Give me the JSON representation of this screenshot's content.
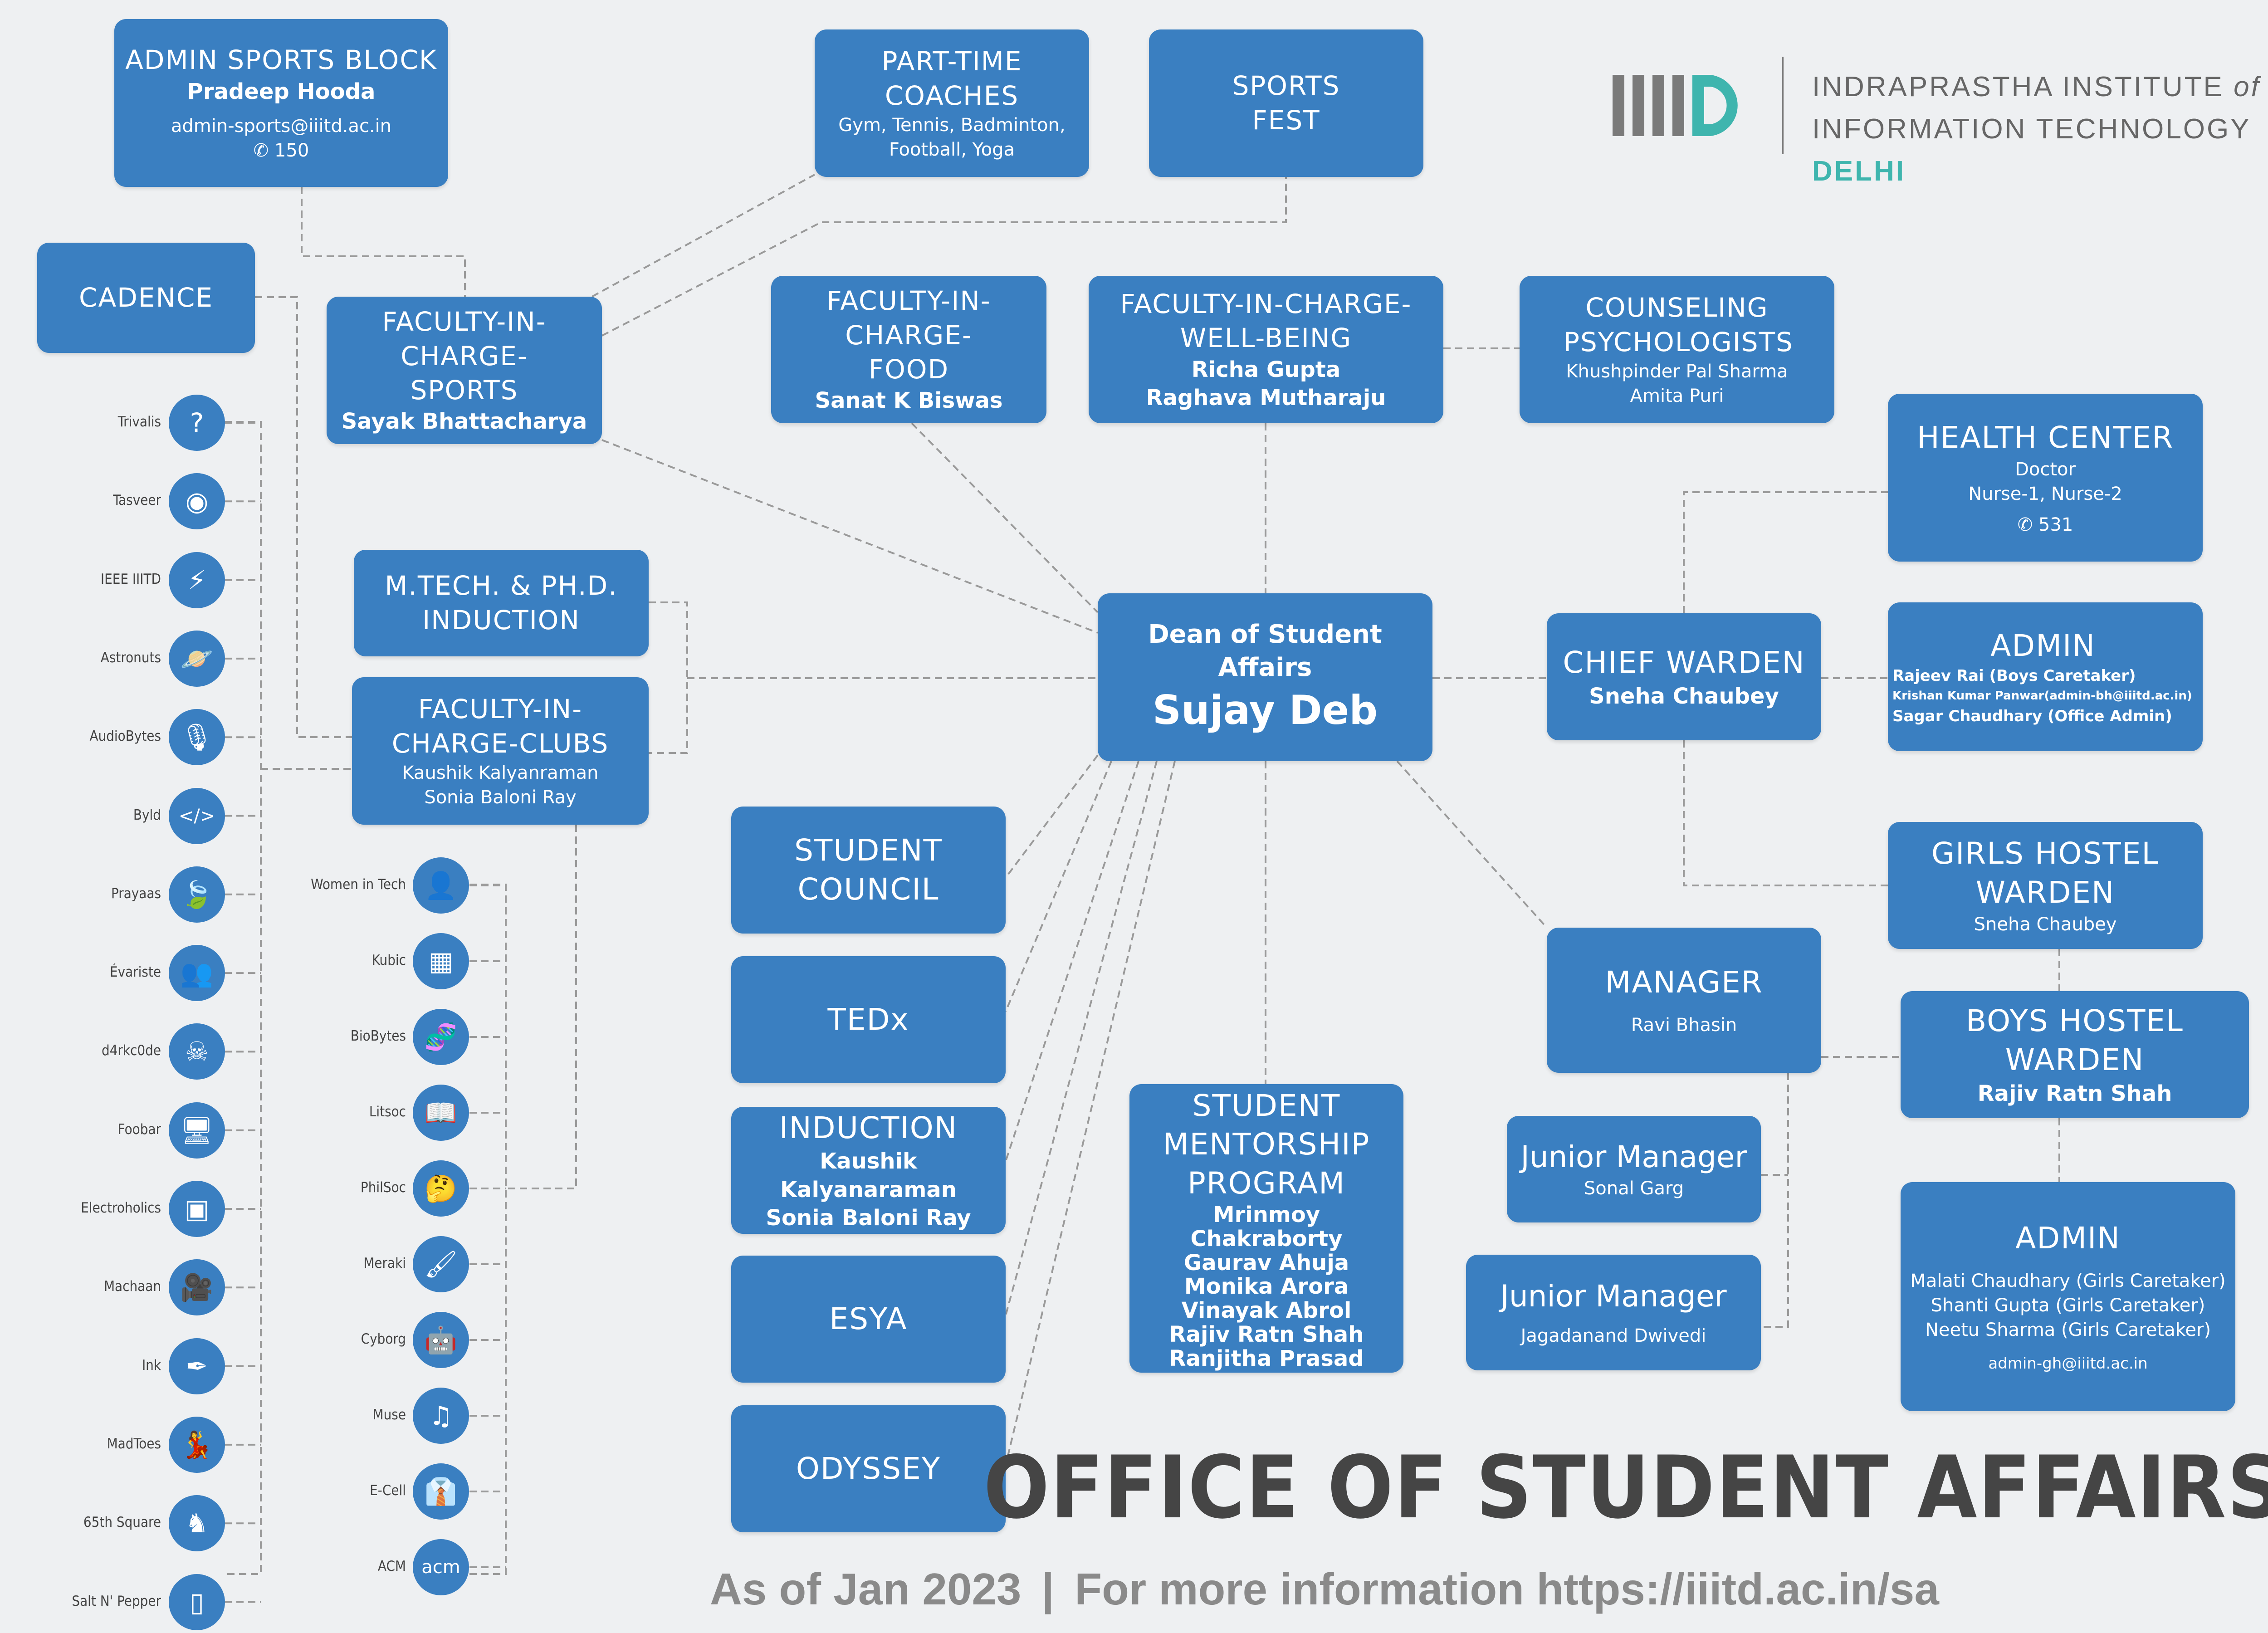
{
  "logo": {
    "mark": "IIITD",
    "line1": "INDRAPRASTHA INSTITUTE",
    "line1b": "of",
    "line2": "INFORMATION TECHNOLOGY",
    "line2b": "DELHI"
  },
  "footer": {
    "title": "OFFICE OF STUDENT AFFAIRS",
    "date": "As of Jan 2023",
    "sep": "|",
    "more": "For more information https://iiitd.ac.in/sa"
  },
  "boxes": {
    "admin_sports": {
      "title": "ADMIN SPORTS BLOCK",
      "name": "Pradeep Hooda",
      "email": "admin-sports@iiitd.ac.in",
      "phone": "✆ 150"
    },
    "parttime": {
      "title": "PART-TIME COACHES",
      "sub": "Gym, Tennis, Badminton, Football, Yoga"
    },
    "sportsfest": {
      "title": "SPORTS FEST"
    },
    "cadence": {
      "title": "CADENCE"
    },
    "fic_sports": {
      "title": "FACULTY-IN-CHARGE-SPORTS",
      "name": "Sayak Bhattacharya"
    },
    "fic_food": {
      "title": "FACULTY-IN-CHARGE-FOOD",
      "name": "Sanat K Biswas"
    },
    "fic_wellbeing": {
      "title": "FACULTY-IN-CHARGE-WELL-BEING",
      "name1": "Richa Gupta",
      "name2": "Raghava Mutharaju"
    },
    "counseling": {
      "title": "COUNSELING PSYCHOLOGISTS",
      "name1": "Khushpinder Pal Sharma",
      "name2": "Amita Puri"
    },
    "health": {
      "title": "HEALTH CENTER",
      "l1": "Doctor",
      "l2": "Nurse-1, Nurse-2",
      "phone": "✆ 531"
    },
    "mtech": {
      "title": "M.TECH. & PH.D. INDUCTION"
    },
    "fic_clubs": {
      "title": "FACULTY-IN-CHARGE-CLUBS",
      "name1": "Kaushik Kalyanraman",
      "name2": "Sonia Baloni Ray"
    },
    "dean": {
      "title": "Dean of Student Affairs",
      "name": "Sujay Deb"
    },
    "chief_warden": {
      "title": "CHIEF WARDEN",
      "name": "Sneha Chaubey"
    },
    "admin_bh": {
      "title": "ADMIN",
      "l1": "Rajeev Rai (Boys Caretaker)",
      "l2": "Krishan Kumar Panwar(admin-bh@iiitd.ac.in)",
      "l3": "Sagar Chaudhary (Office Admin)"
    },
    "girls_warden": {
      "title": "GIRLS HOSTEL WARDEN",
      "name": "Sneha Chaubey"
    },
    "boys_warden": {
      "title": "BOYS HOSTEL WARDEN",
      "name": "Rajiv Ratn Shah"
    },
    "admin_gh": {
      "title": "ADMIN",
      "l1": "Malati Chaudhary (Girls Caretaker)",
      "l2": "Shanti Gupta (Girls Caretaker)",
      "l3": "Neetu Sharma (Girls Caretaker)",
      "email": "admin-gh@iiitd.ac.in"
    },
    "manager": {
      "title": "MANAGER",
      "name": "Ravi Bhasin"
    },
    "jm1": {
      "title": "Junior Manager",
      "name": "Sonal Garg"
    },
    "jm2": {
      "title": "Junior Manager",
      "name": "Jagadanand Dwivedi"
    },
    "council": {
      "title": "STUDENT COUNCIL"
    },
    "tedx": {
      "title": "TEDx"
    },
    "induction": {
      "title": "INDUCTION",
      "name1": "Kaushik Kalyanaraman",
      "name2": "Sonia Baloni Ray"
    },
    "esya": {
      "title": "ESYA"
    },
    "odyssey": {
      "title": "ODYSSEY"
    },
    "mentorship": {
      "title": "STUDENT MENTORSHIP PROGRAM",
      "names": [
        "Mrinmoy Chakraborty",
        "Gaurav Ahuja",
        "Monika Arora",
        "Vinayak Abrol",
        "Rajiv Ratn Shah",
        "Ranjitha Prasad"
      ]
    }
  },
  "clubs_left": [
    {
      "name": "Trivalis",
      "icon": "puzzle-icon",
      "glyph": "?"
    },
    {
      "name": "Tasveer",
      "icon": "camera-icon",
      "glyph": "◉"
    },
    {
      "name": "IEEE IIITD",
      "icon": "lightning-icon",
      "glyph": "⚡"
    },
    {
      "name": "Astronuts",
      "icon": "planet-icon",
      "glyph": "🪐"
    },
    {
      "name": "AudioBytes",
      "icon": "microphone-icon",
      "glyph": "🎙"
    },
    {
      "name": "Byld",
      "icon": "code-window-icon",
      "glyph": "</>"
    },
    {
      "name": "Prayaas",
      "icon": "leaf-icon",
      "glyph": "🍃"
    },
    {
      "name": "Évariste",
      "icon": "group-icon",
      "glyph": "👥"
    },
    {
      "name": "d4rkc0de",
      "icon": "hacker-icon",
      "glyph": "☠"
    },
    {
      "name": "Foobar",
      "icon": "monitor-code-icon",
      "glyph": "🖥"
    },
    {
      "name": "Electroholics",
      "icon": "chip-icon",
      "glyph": "▣"
    },
    {
      "name": "Machaan",
      "icon": "video-camera-icon",
      "glyph": "🎥"
    },
    {
      "name": "Ink",
      "icon": "pen-nib-icon",
      "glyph": "✒"
    },
    {
      "name": "MadToes",
      "icon": "dancers-icon",
      "glyph": "💃"
    },
    {
      "name": "65th Square",
      "icon": "chess-knight-icon",
      "glyph": "♞"
    },
    {
      "name": "Salt N' Pepper",
      "icon": "phone-icon",
      "glyph": "▯"
    }
  ],
  "clubs_right": [
    {
      "name": "Women in Tech",
      "icon": "woman-icon",
      "glyph": "👤"
    },
    {
      "name": "Kubic",
      "icon": "cube-icon",
      "glyph": "▦"
    },
    {
      "name": "BioBytes",
      "icon": "dna-icon",
      "glyph": "🧬"
    },
    {
      "name": "Litsoc",
      "icon": "book-icon",
      "glyph": "📖"
    },
    {
      "name": "PhilSoc",
      "icon": "thinker-icon",
      "glyph": "🤔"
    },
    {
      "name": "Meraki",
      "icon": "paintbrush-icon",
      "glyph": "🖌"
    },
    {
      "name": "Cyborg",
      "icon": "robot-icon",
      "glyph": "🤖"
    },
    {
      "name": "Muse",
      "icon": "music-note-icon",
      "glyph": "♫"
    },
    {
      "name": "E-Cell",
      "icon": "tie-icon",
      "glyph": "👔"
    },
    {
      "name": "ACM",
      "icon": "acm-logo-icon",
      "glyph": "acm"
    }
  ]
}
